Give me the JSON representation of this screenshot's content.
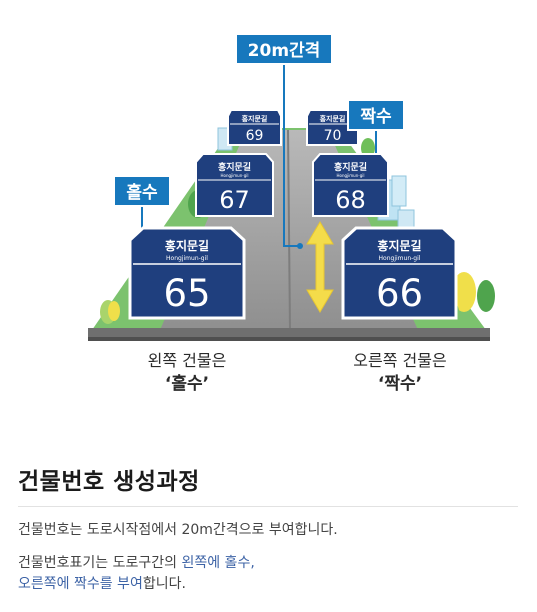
{
  "diagram": {
    "interval_label": "20m간격",
    "odd_label": "홀수",
    "even_label": "짝수",
    "signs": [
      {
        "korean": "홍지문길",
        "roman": "Hongjimun-gil",
        "number": "65"
      },
      {
        "korean": "홍지문길",
        "roman": "Hongjimun-gil",
        "number": "67"
      },
      {
        "korean": "홍지문길",
        "roman": "",
        "number": "69"
      },
      {
        "korean": "홍지문길",
        "roman": "Hongjimun-gil",
        "number": "66"
      },
      {
        "korean": "홍지문길",
        "roman": "Hongjimun-gil",
        "number": "68"
      },
      {
        "korean": "홍지문길",
        "roman": "",
        "number": "70"
      }
    ],
    "left_caption_line1": "왼쪽 건물은",
    "left_caption_line2": "‘홀수’",
    "right_caption_line1": "오른쪽 건물은",
    "right_caption_line2": "‘짝수’",
    "colors": {
      "sign_navy": "#1f3f7e",
      "label_blue": "#1778bd",
      "road_gray": "#9c9c9c",
      "grass_green": "#7cc26e",
      "arrow_yellow": "#f4dc4a"
    }
  },
  "section": {
    "title": "건물번호 생성과정",
    "para1": "건물번호는 도로시작점에서 20m간격으로 부여합니다.",
    "para2_part1": "건물번호표기는 도로구간의 ",
    "para2_left": "왼쪽에 홀수,",
    "para2_right": "오른쪽에 짝수를 부여",
    "para2_end": "합니다."
  }
}
